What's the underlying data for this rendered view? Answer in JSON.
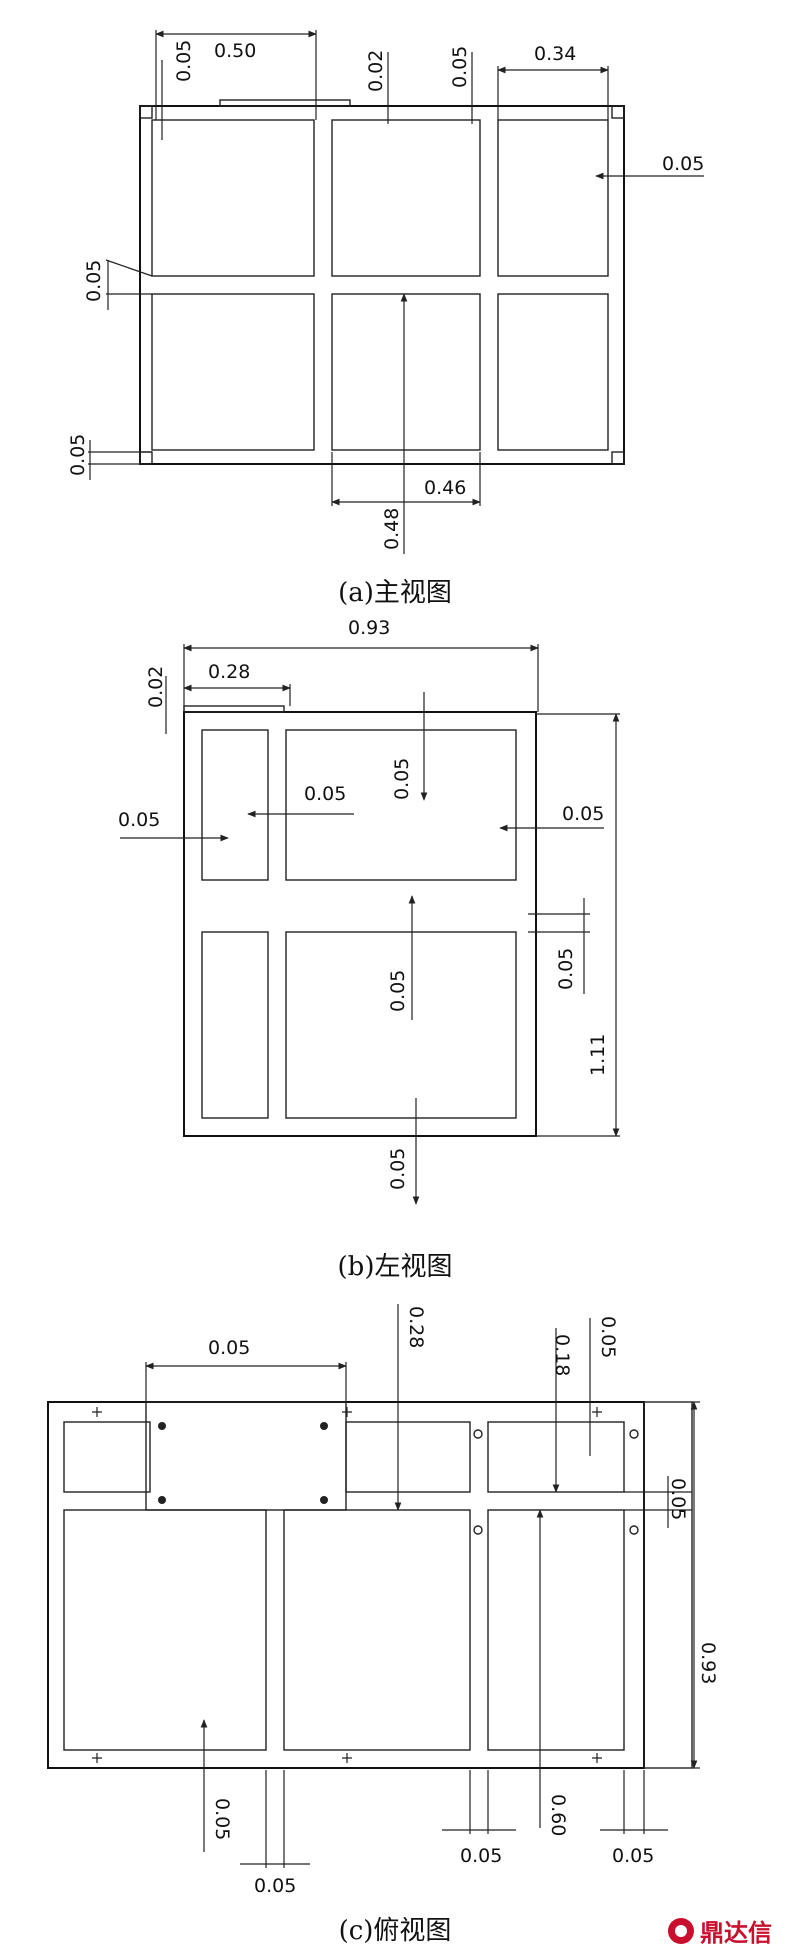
{
  "captions": {
    "front": "(a)主视图",
    "left": "(b)左视图",
    "top": "(c)俯视图"
  },
  "watermark": "鼎达信",
  "dims": {
    "front": {
      "d1": "0.50",
      "d2": "0.05",
      "d3": "0.02",
      "d4": "0.05",
      "d5": "0.34",
      "d6": "0.05",
      "d7": "0.05",
      "d8": "0.05",
      "d9": "0.46",
      "d10": "0.48"
    },
    "left": {
      "d1": "0.93",
      "d2": "0.28",
      "d3": "0.02",
      "d4": "0.05",
      "d5": "0.05",
      "d6": "0.05",
      "d7": "0.05",
      "d8": "0.05",
      "d9": "0.05",
      "d10": "1.11",
      "d11": "0.05"
    },
    "top": {
      "d1": "0.05",
      "d2": "0.28",
      "d3": "0.18",
      "d4": "0.05",
      "d5": "0.05",
      "d6": "0.93",
      "d7": "0.05",
      "d8": "0.60",
      "d9": "0.05",
      "d10": "0.05",
      "d11": "0.05"
    }
  }
}
